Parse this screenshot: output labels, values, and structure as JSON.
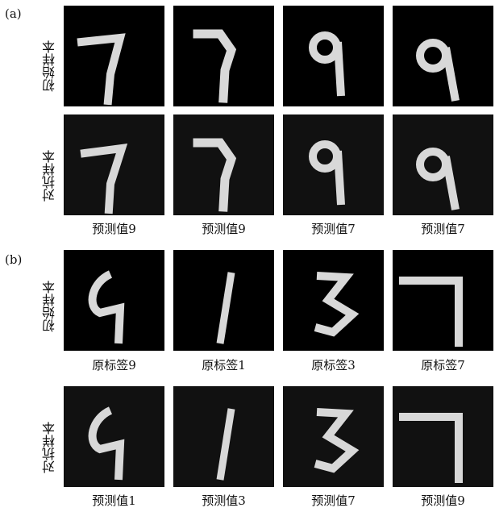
{
  "panels": [
    {
      "label": "(a)",
      "rows": [
        {
          "label": "初始样本"
        },
        {
          "label": "对抗样本"
        }
      ],
      "captions_bottom": [
        "预测值9",
        "预测值9",
        "预测值7",
        "预测值7"
      ],
      "digits": [
        "7",
        "7",
        "9",
        "9"
      ]
    },
    {
      "label": "(b)",
      "rows": [
        {
          "label": "初始样本"
        },
        {
          "label": "对抗样本"
        }
      ],
      "captions_mid": [
        "原标签9",
        "原标签1",
        "原标签3",
        "原标签7"
      ],
      "captions_bottom": [
        "预测值1",
        "预测值3",
        "预测值7",
        "预测值9"
      ],
      "digits": [
        "9",
        "1",
        "3",
        "7"
      ]
    }
  ],
  "colors": {
    "tile_bg": "#000000",
    "stroke": "#d8d8d8",
    "noise": "#6a6a6a"
  }
}
